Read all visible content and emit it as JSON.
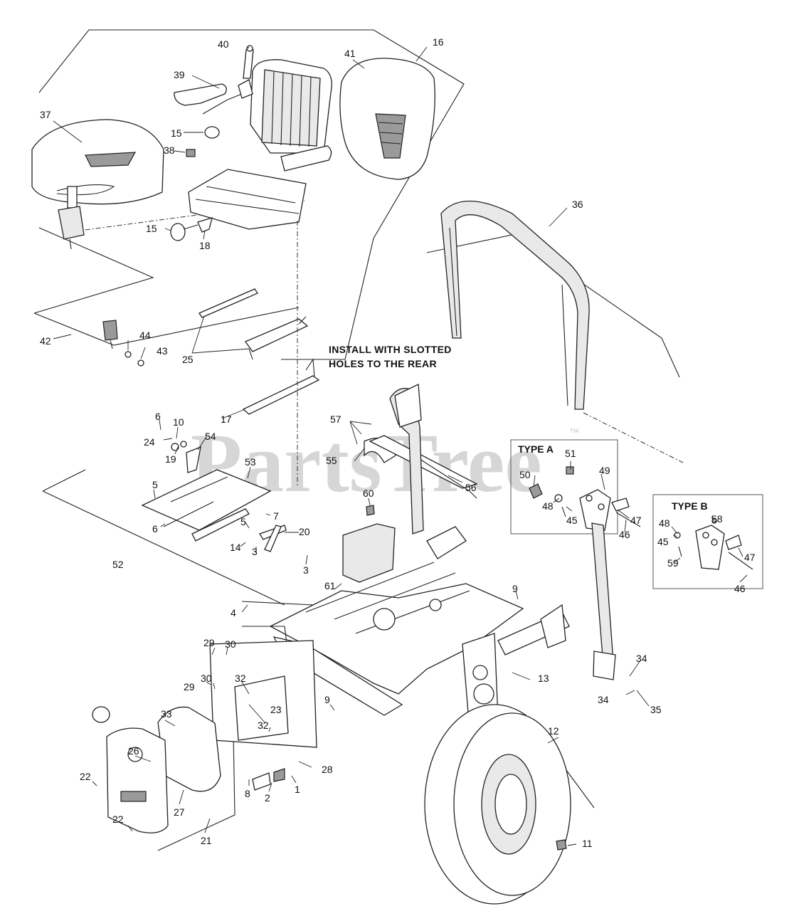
{
  "watermark": {
    "text": "PartsTree",
    "trademark": "™"
  },
  "note": {
    "line1": "INSTALL WITH SLOTTED",
    "line2": "HOLES TO THE REAR"
  },
  "variants": {
    "type_a": "TYPE A",
    "type_b": "TYPE B"
  },
  "callouts": {
    "c40": "40",
    "c16": "16",
    "c41": "41",
    "c39": "39",
    "c37": "37",
    "c15a": "15",
    "c38": "38",
    "c15b": "15",
    "c18": "18",
    "c36": "36",
    "c42": "42",
    "c44": "44",
    "c43": "43",
    "c25": "25",
    "c17": "17",
    "c57": "57",
    "c6a": "6",
    "c10": "10",
    "c24": "24",
    "c54": "54",
    "c19": "19",
    "c53": "53",
    "c55": "55",
    "c56": "56",
    "c51": "51",
    "c49": "49",
    "c50": "50",
    "c48a": "48",
    "c45a": "45",
    "c47a": "47",
    "c46a": "46",
    "c48b": "48",
    "c58": "58",
    "c45b": "45",
    "c59": "59",
    "c47b": "47",
    "c46b": "46",
    "c5a": "5",
    "c60": "60",
    "c7": "7",
    "c6b": "6",
    "c5b": "5",
    "c20": "20",
    "c14": "14",
    "c3a": "3",
    "c3b": "3",
    "c52": "52",
    "c61": "61",
    "c9a": "9",
    "c4": "4",
    "c13": "13",
    "c34a": "34",
    "c34b": "34",
    "c35": "35",
    "c29a": "29",
    "c30a": "30",
    "c30b": "30",
    "c29b": "29",
    "c32a": "32",
    "c23": "23",
    "c32b": "32",
    "c9b": "9",
    "c33": "33",
    "c26": "26",
    "c28": "28",
    "c12": "12",
    "c22a": "22",
    "c8": "8",
    "c2": "2",
    "c1": "1",
    "c27": "27",
    "c22b": "22",
    "c21": "21",
    "c11": "11"
  },
  "colors": {
    "line": "#222222",
    "watermark": "#d6d6d6",
    "background": "#ffffff"
  }
}
